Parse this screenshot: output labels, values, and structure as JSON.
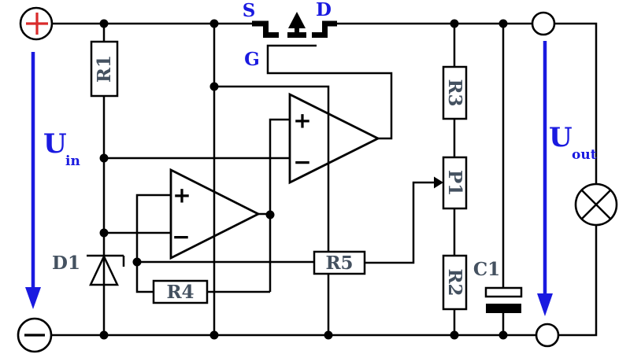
{
  "diagram": {
    "type": "circuit-schematic"
  },
  "colors": {
    "wire": "#000000",
    "background": "#ffffff",
    "signal_label_blue": "#1a1ae0",
    "terminal_plus_red": "#d92b2b",
    "component_label": "#445160"
  },
  "input": {
    "voltage_symbol": "U",
    "voltage_subscript": "in",
    "terminal_plus": "+",
    "terminal_minus": "−"
  },
  "output": {
    "voltage_symbol": "U",
    "voltage_subscript": "out"
  },
  "mosfet": {
    "source": "S",
    "drain": "D",
    "gate": "G"
  },
  "opamp_top": {
    "plus": "+",
    "minus": "−"
  },
  "opamp_bottom": {
    "plus": "+",
    "minus": "−"
  },
  "components": {
    "r1": "R1",
    "r2": "R2",
    "r3": "R3",
    "r4": "R4",
    "r5": "R5",
    "p1": "P1",
    "c1": "C1",
    "d1": "D1"
  }
}
